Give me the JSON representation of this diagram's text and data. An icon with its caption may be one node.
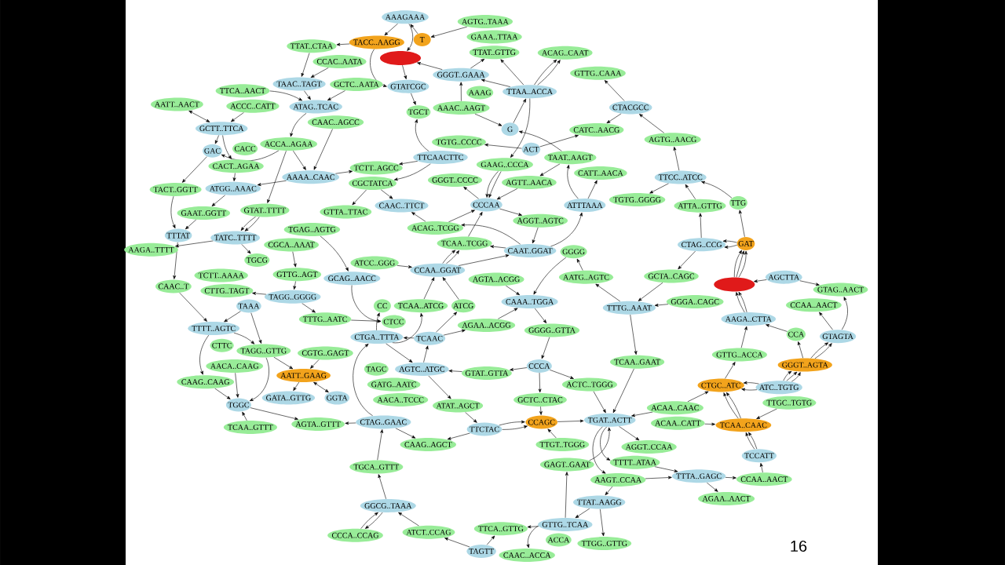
{
  "diagram": {
    "nodes": [
      {
        "text": [
          "AAAGAAA"
        ]
      },
      {
        "text": [
          "AGTG..TAAA"
        ]
      },
      {
        "text": [
          "T"
        ]
      },
      {
        "text": [
          "GAAA..TTAA"
        ]
      },
      {
        "text": [
          "TTAT..CTAA"
        ]
      },
      {
        "text": [
          "TACC..AAGG"
        ]
      },
      {
        "text": [],
        "shape": "ellipse"
      },
      {
        "text": [
          "ACAG..CAAT"
        ]
      },
      {
        "text": [
          "TTAT..GTTG"
        ]
      },
      {
        "text": [
          "GGGT..GAAA"
        ]
      },
      {
        "text": [
          "CCAC..AATA"
        ]
      },
      {
        "text": [
          "GTTG..CAAA"
        ]
      },
      {
        "text": [
          "TAAC..TAGT"
        ]
      },
      {
        "text": [
          "GTATCGC"
        ]
      },
      {
        "text": [
          "GCTC..AATA"
        ]
      },
      {
        "text": [
          "AAAG"
        ]
      },
      {
        "text": [
          "TTAA..ACCA"
        ]
      },
      {
        "text": [
          "TTCA..AACT"
        ]
      },
      {
        "text": [
          "ACCC..CATT"
        ]
      },
      {
        "text": [
          "ATAG..TCAC"
        ]
      },
      {
        "text": [
          "AATT..AACT"
        ]
      },
      {
        "text": [
          "AAAC..AAGT"
        ]
      },
      {
        "text": [
          "TGCT"
        ]
      },
      {
        "text": [
          "CTACGCC"
        ]
      },
      {
        "text": [
          "CAAC..AGCC"
        ]
      },
      {
        "text": [
          "GCTT..TTCA"
        ]
      },
      {
        "text": [
          "G"
        ]
      },
      {
        "text": [
          "CATC..AACG"
        ]
      },
      {
        "text": [
          "AGTG..AACG"
        ]
      },
      {
        "text": [
          "ACCA..AGAA"
        ]
      },
      {
        "text": [
          "GAC"
        ]
      },
      {
        "text": [
          "TGTG..CCCC"
        ]
      },
      {
        "text": [
          "TTCAACTTC"
        ]
      },
      {
        "text": [
          "TAAT..AAGT"
        ]
      },
      {
        "text": [
          "AAAA..CAAC"
        ]
      },
      {
        "text": [
          "GAAG..CCCA"
        ]
      },
      {
        "text": [
          "CACT..AGAA"
        ]
      },
      {
        "text": [
          "TCTT..AGCC"
        ]
      },
      {
        "text": [
          "GGGT..CCCC"
        ]
      },
      {
        "text": [
          "AGTT..AACA"
        ]
      },
      {
        "text": [
          "CATT..AACA"
        ]
      },
      {
        "text": [
          "TTCC..ATCC"
        ]
      },
      {
        "text": [
          "CGCTATCA"
        ]
      },
      {
        "text": [
          "TACT..GGTT"
        ]
      },
      {
        "text": [
          "ATGG..AAAC"
        ]
      },
      {
        "text": [
          "TGTG..GGGG"
        ]
      },
      {
        "text": [
          "CCCAA"
        ]
      },
      {
        "text": [
          "ATTTAAA"
        ]
      },
      {
        "text": [
          "ATTA..GTTG"
        ]
      },
      {
        "text": [
          "TTG"
        ]
      },
      {
        "text": [
          "CAAC..TTCT"
        ]
      },
      {
        "text": [
          "GTAT..TTTT"
        ]
      },
      {
        "text": [
          "GAAT..GGTT"
        ]
      },
      {
        "text": [
          "GTTA..TTAC"
        ]
      },
      {
        "text": [
          "AGGT..AGTC"
        ]
      },
      {
        "text": [
          "ACAG..TCGG"
        ]
      },
      {
        "text": [
          "TTTAT"
        ]
      },
      {
        "text": [
          "TGAG..AGTG"
        ]
      },
      {
        "text": [
          "TCAA..TCGG"
        ]
      },
      {
        "text": [
          "CTAG..CCG"
        ]
      },
      {
        "text": [
          "GAT"
        ]
      },
      {
        "text": [
          "CAAT..GGAT"
        ]
      },
      {
        "text": [
          "GGGG"
        ]
      },
      {
        "text": [
          "AAGA..TTTT"
        ]
      },
      {
        "text": [
          "TATC..TTTT"
        ]
      },
      {
        "text": [
          "CGCA..AAAT"
        ]
      },
      {
        "text": [
          "ATCC..GGG"
        ]
      },
      {
        "text": [
          "TGCG"
        ]
      },
      {
        "text": [
          "CCAA..GGAT"
        ]
      },
      {
        "text": [
          "GTTG..AGT"
        ]
      },
      {
        "text": [
          "GCTA..CAGC"
        ]
      },
      {
        "text": [
          "GCAG..AACC"
        ]
      },
      {
        "text": [
          "AATG..AGTC"
        ]
      },
      {
        "text": [],
        "shape": "ellipse"
      },
      {
        "text": [
          "AGCTTA"
        ]
      },
      {
        "text": [
          "AGTA..ACGG"
        ]
      },
      {
        "text": [
          "CAAC..T"
        ]
      },
      {
        "text": [
          "TCTT..AAAA"
        ]
      },
      {
        "text": [
          "TAGG..GGGG"
        ]
      },
      {
        "text": [
          "GTAG..AACT"
        ]
      },
      {
        "text": [
          "CAAA..TGGA"
        ]
      },
      {
        "text": [
          "GGGA..CAGC"
        ]
      },
      {
        "text": [
          "CCAA..AACT"
        ]
      },
      {
        "text": [
          "CC"
        ]
      },
      {
        "text": [
          "TCAA..ATCG"
        ]
      },
      {
        "text": [
          "ATCG"
        ]
      },
      {
        "text": [
          "CTTG..TAGT"
        ]
      },
      {
        "text": [
          "TTTG..AAAT"
        ]
      },
      {
        "text": [
          "TAAA"
        ]
      },
      {
        "text": [
          "TTTG..AATC"
        ]
      },
      {
        "text": [
          "AAGA..CTTA"
        ]
      },
      {
        "text": [
          "AGAA..ACGG"
        ]
      },
      {
        "text": [
          "GGGG..GTTA"
        ]
      },
      {
        "text": [
          "TTTT..AGTC"
        ]
      },
      {
        "text": [
          "CTCC"
        ]
      },
      {
        "text": [
          "CTGA..TTTA"
        ]
      },
      {
        "text": [
          "TCAAC"
        ]
      },
      {
        "text": [
          "CCA"
        ]
      },
      {
        "text": [
          "GTAGTA"
        ]
      },
      {
        "text": [
          "CTTC"
        ]
      },
      {
        "text": [
          "TAGG..GTTG"
        ]
      },
      {
        "text": [
          "CGTG..GAGT"
        ]
      },
      {
        "text": [
          "GTTG..ACCA"
        ]
      },
      {
        "text": [
          "AACA..CAAG"
        ]
      },
      {
        "text": [
          "AATT..GAAG"
        ]
      },
      {
        "text": [
          "CAAG..CAAG"
        ]
      },
      {
        "text": [
          "TAGC"
        ]
      },
      {
        "text": [
          "AGTC..ATGC"
        ]
      },
      {
        "text": [
          "GTAT..GTTA"
        ]
      },
      {
        "text": [
          "CCCA"
        ]
      },
      {
        "text": [
          "GGGT..AGTA"
        ]
      },
      {
        "text": [
          "GATA..GTTG"
        ]
      },
      {
        "text": [
          "GGTA"
        ]
      },
      {
        "text": [
          "GATG..AATC"
        ]
      },
      {
        "text": [
          "ACTC..TGGG"
        ]
      },
      {
        "text": [
          "CTGC..ATC"
        ]
      },
      {
        "text": [
          "ATC..TGTG"
        ]
      },
      {
        "text": [
          "TGGC"
        ]
      },
      {
        "text": [
          "AACA..TCCC"
        ]
      },
      {
        "text": [
          "GCTC..CTAC"
        ]
      },
      {
        "text": [
          "ATAT..AGCT"
        ]
      },
      {
        "text": [
          "TTGC..TGTG"
        ]
      },
      {
        "text": [
          "ACAA..CAAC"
        ]
      },
      {
        "text": [
          "TCAA..GTTT"
        ]
      },
      {
        "text": [
          "ACAA..CATT"
        ]
      },
      {
        "text": [
          "TCAA..CAAC"
        ]
      },
      {
        "text": [
          "TGAT..ACTT"
        ]
      },
      {
        "text": [
          "AGTA..GTTT"
        ]
      },
      {
        "text": [
          "CTAG..GAAC"
        ]
      },
      {
        "text": [
          "TTCTAC"
        ]
      },
      {
        "text": [
          "CCAGC"
        ]
      },
      {
        "text": [
          "CAAG..AGCT"
        ]
      },
      {
        "text": [
          "TTGT..TGGG"
        ]
      },
      {
        "text": [
          "AGGT..CCAA"
        ]
      },
      {
        "text": [
          "TCCATT"
        ]
      },
      {
        "text": [
          "TTTT..ATAA"
        ]
      },
      {
        "text": [
          "TGCA..GTTT"
        ]
      },
      {
        "text": [
          "GAGT..GAAT"
        ]
      },
      {
        "text": [
          "AAGT..CCAA"
        ]
      },
      {
        "text": [
          "CCAA..AACT"
        ]
      },
      {
        "text": [
          "TTTA..GAGC"
        ]
      },
      {
        "text": [
          "AGAA..AACT"
        ]
      },
      {
        "text": [
          "GGCG..TAAA"
        ]
      },
      {
        "text": [
          "TTAT..AAGG"
        ]
      },
      {
        "text": [
          "GTTG..TCAA"
        ]
      },
      {
        "text": [
          "ATCT..CCAG"
        ]
      },
      {
        "text": [
          "CCCA..CCAG"
        ]
      },
      {
        "text": [
          "TTCA..GTTG"
        ]
      },
      {
        "text": [
          "ACCA"
        ]
      },
      {
        "text": [
          "TTGG..GTTG"
        ]
      },
      {
        "text": [
          "TAGTT"
        ]
      },
      {
        "text": [
          "CAAC..ACCA"
        ]
      },
      {
        "text": [
          "TCAA..GAAT"
        ]
      },
      {
        "text": [
          "ACT"
        ]
      },
      {
        "text": [
          "CACC"
        ]
      }
    ],
    "edges": [
      {
        "from": 5,
        "to": 4,
        "arrow": "to"
      },
      {
        "from": 4,
        "to": 12,
        "arrow": "to"
      },
      {
        "from": 10,
        "to": 12,
        "arrow": "to"
      },
      {
        "from": 5,
        "to": 13,
        "arrow": "to"
      },
      {
        "from": 6,
        "to": 13,
        "arrow": "to"
      },
      {
        "from": 12,
        "to": 19,
        "arrow": "to"
      },
      {
        "from": 14,
        "to": 19,
        "arrow": "to"
      },
      {
        "from": 17,
        "to": 19,
        "arrow": "to"
      },
      {
        "from": 20,
        "to": 25,
        "arrow": "both"
      },
      {
        "from": 18,
        "to": 25,
        "arrow": "to"
      },
      {
        "from": 25,
        "to": 30,
        "arrow": "to"
      },
      {
        "from": 25,
        "to": 36,
        "arrow": "to"
      },
      {
        "from": 30,
        "to": 43,
        "arrow": "to"
      },
      {
        "from": 29,
        "to": 30,
        "arrow": "to"
      },
      {
        "from": 19,
        "to": 29,
        "arrow": "to"
      },
      {
        "from": 24,
        "to": 34,
        "arrow": "to"
      },
      {
        "from": 29,
        "to": 34,
        "arrow": "to"
      },
      {
        "from": 34,
        "to": 37,
        "arrow": "to"
      },
      {
        "from": 34,
        "to": 44,
        "arrow": "to"
      },
      {
        "from": 29,
        "to": 51,
        "arrow": "to"
      },
      {
        "from": 36,
        "to": 44,
        "arrow": "to"
      },
      {
        "from": 44,
        "to": 52,
        "arrow": "to"
      },
      {
        "from": 52,
        "to": 56,
        "arrow": "to"
      },
      {
        "from": 43,
        "to": 56,
        "arrow": "to"
      },
      {
        "from": 56,
        "to": 76,
        "arrow": "to"
      },
      {
        "from": 64,
        "to": 63,
        "arrow": "to"
      },
      {
        "from": 51,
        "to": 64,
        "arrow": "to"
      },
      {
        "from": 51,
        "to": 64,
        "arrow": "to"
      },
      {
        "from": 42,
        "to": 53,
        "arrow": "to"
      },
      {
        "from": 57,
        "to": 71,
        "arrow": "to"
      },
      {
        "from": 65,
        "to": 69,
        "arrow": "to"
      },
      {
        "from": 64,
        "to": 67,
        "arrow": "to"
      },
      {
        "from": 32,
        "to": 37,
        "arrow": "to"
      },
      {
        "from": 42,
        "to": 50,
        "arrow": "to"
      },
      {
        "from": 0,
        "to": 5,
        "arrow": "to"
      },
      {
        "from": 0,
        "to": 6,
        "arrow": "to"
      },
      {
        "from": 2,
        "to": 0,
        "arrow": "to"
      },
      {
        "from": 1,
        "to": 2,
        "arrow": "to"
      },
      {
        "from": 9,
        "to": 6,
        "arrow": "to"
      },
      {
        "from": 9,
        "to": 8,
        "arrow": "to"
      },
      {
        "from": 13,
        "to": 22,
        "arrow": "to"
      },
      {
        "from": 21,
        "to": 9,
        "arrow": "to"
      },
      {
        "from": 16,
        "to": 9,
        "arrow": "to"
      },
      {
        "from": 16,
        "to": 8,
        "arrow": "to"
      },
      {
        "from": 16,
        "to": 7,
        "arrow": "to"
      },
      {
        "from": 16,
        "to": 7,
        "arrow": "to"
      },
      {
        "from": 26,
        "to": 16,
        "arrow": "to"
      },
      {
        "from": 16,
        "to": 35,
        "arrow": "to"
      },
      {
        "from": 21,
        "to": 26,
        "arrow": "to"
      },
      {
        "from": 32,
        "to": 22,
        "arrow": "to"
      },
      {
        "from": 33,
        "to": 26,
        "arrow": "to"
      },
      {
        "from": 47,
        "to": 33,
        "arrow": "to"
      },
      {
        "from": 47,
        "to": 40,
        "arrow": "to"
      },
      {
        "from": 33,
        "to": 39,
        "arrow": "to"
      },
      {
        "from": 35,
        "to": 46,
        "arrow": "to"
      },
      {
        "from": 35,
        "to": 46,
        "arrow": "to"
      },
      {
        "from": 46,
        "to": 38,
        "arrow": "to"
      },
      {
        "from": 39,
        "to": 46,
        "arrow": "to"
      },
      {
        "from": 46,
        "to": 54,
        "arrow": "to"
      },
      {
        "from": 58,
        "to": 46,
        "arrow": "to"
      },
      {
        "from": 55,
        "to": 46,
        "arrow": "to"
      },
      {
        "from": 61,
        "to": 55,
        "arrow": "to"
      },
      {
        "from": 61,
        "to": 58,
        "arrow": "to"
      },
      {
        "from": 54,
        "to": 61,
        "arrow": "to"
      },
      {
        "from": 55,
        "to": 50,
        "arrow": "to"
      },
      {
        "from": 32,
        "to": 42,
        "arrow": "to"
      },
      {
        "from": 68,
        "to": 58,
        "arrow": "to"
      },
      {
        "from": 68,
        "to": 58,
        "arrow": "to"
      },
      {
        "from": 68,
        "to": 61,
        "arrow": "to"
      },
      {
        "from": 66,
        "to": 68,
        "arrow": "to"
      },
      {
        "from": 61,
        "to": 47,
        "arrow": "to"
      },
      {
        "from": 72,
        "to": 62,
        "arrow": "to"
      },
      {
        "from": 62,
        "to": 80,
        "arrow": "to"
      },
      {
        "from": 23,
        "to": 11,
        "arrow": "to"
      },
      {
        "from": 23,
        "to": 27,
        "arrow": "to"
      },
      {
        "from": 28,
        "to": 23,
        "arrow": "to"
      },
      {
        "from": 41,
        "to": 28,
        "arrow": "to"
      },
      {
        "from": 41,
        "to": 45,
        "arrow": "to"
      },
      {
        "from": 48,
        "to": 41,
        "arrow": "to"
      },
      {
        "from": 49,
        "to": 41,
        "arrow": "to"
      },
      {
        "from": 59,
        "to": 48,
        "arrow": "to"
      },
      {
        "from": 60,
        "to": 49,
        "arrow": "to"
      },
      {
        "from": 60,
        "to": 59,
        "arrow": "to"
      },
      {
        "from": 60,
        "to": 59,
        "arrow": "to"
      },
      {
        "from": 59,
        "to": 70,
        "arrow": "to"
      },
      {
        "from": 73,
        "to": 60,
        "arrow": "to"
      },
      {
        "from": 73,
        "to": 60,
        "arrow": "to"
      },
      {
        "from": 73,
        "to": 60,
        "arrow": "to"
      },
      {
        "from": 74,
        "to": 73,
        "arrow": "to"
      },
      {
        "from": 74,
        "to": 79,
        "arrow": "to"
      },
      {
        "from": 98,
        "to": 79,
        "arrow": "to"
      },
      {
        "from": 98,
        "to": 82,
        "arrow": "to"
      },
      {
        "from": 90,
        "to": 73,
        "arrow": "to"
      },
      {
        "from": 90,
        "to": 73,
        "arrow": "to"
      },
      {
        "from": 97,
        "to": 90,
        "arrow": "to"
      },
      {
        "from": 110,
        "to": 97,
        "arrow": "to"
      },
      {
        "from": 110,
        "to": 98,
        "arrow": "to"
      },
      {
        "from": 110,
        "to": 98,
        "arrow": "to"
      },
      {
        "from": 116,
        "to": 110,
        "arrow": "to"
      },
      {
        "from": 116,
        "to": 110,
        "arrow": "to"
      },
      {
        "from": 116,
        "to": 110,
        "arrow": "to"
      },
      {
        "from": 116,
        "to": 115,
        "arrow": "to"
      },
      {
        "from": 116,
        "to": 115,
        "arrow": "to"
      },
      {
        "from": 115,
        "to": 102,
        "arrow": "to"
      },
      {
        "from": 102,
        "to": 90,
        "arrow": "to"
      },
      {
        "from": 125,
        "to": 115,
        "arrow": "to"
      },
      {
        "from": 125,
        "to": 115,
        "arrow": "to"
      },
      {
        "from": 121,
        "to": 125,
        "arrow": "to"
      },
      {
        "from": 124,
        "to": 125,
        "arrow": "to"
      },
      {
        "from": 122,
        "to": 115,
        "arrow": "to"
      },
      {
        "from": 122,
        "to": 126,
        "arrow": "to"
      },
      {
        "from": 134,
        "to": 125,
        "arrow": "to"
      },
      {
        "from": 134,
        "to": 125,
        "arrow": "to"
      },
      {
        "from": 139,
        "to": 134,
        "arrow": "to"
      },
      {
        "from": 140,
        "to": 139,
        "arrow": "to"
      },
      {
        "from": 140,
        "to": 141,
        "arrow": "to"
      },
      {
        "from": 135,
        "to": 140,
        "arrow": "to"
      },
      {
        "from": 138,
        "to": 140,
        "arrow": "to"
      },
      {
        "from": 81,
        "to": 87,
        "arrow": "to"
      },
      {
        "from": 70,
        "to": 87,
        "arrow": "to"
      },
      {
        "from": 87,
        "to": 72,
        "arrow": "to"
      },
      {
        "from": 87,
        "to": 152,
        "arrow": "to"
      },
      {
        "from": 152,
        "to": 126,
        "arrow": "to"
      },
      {
        "from": 114,
        "to": 126,
        "arrow": "to"
      },
      {
        "from": 109,
        "to": 114,
        "arrow": "to"
      },
      {
        "from": 109,
        "to": 119,
        "arrow": "to"
      },
      {
        "from": 119,
        "to": 130,
        "arrow": "to"
      },
      {
        "from": 92,
        "to": 109,
        "arrow": "to"
      },
      {
        "from": 80,
        "to": 92,
        "arrow": "to"
      },
      {
        "from": 75,
        "to": 80,
        "arrow": "to"
      },
      {
        "from": 91,
        "to": 80,
        "arrow": "to"
      },
      {
        "from": 96,
        "to": 91,
        "arrow": "to"
      },
      {
        "from": 96,
        "to": 85,
        "arrow": "to"
      },
      {
        "from": 84,
        "to": 68,
        "arrow": "to"
      },
      {
        "from": 85,
        "to": 68,
        "arrow": "to"
      },
      {
        "from": 95,
        "to": 83,
        "arrow": "to"
      },
      {
        "from": 95,
        "to": 84,
        "arrow": "to"
      },
      {
        "from": 96,
        "to": 95,
        "arrow": "to"
      },
      {
        "from": 95,
        "to": 107,
        "arrow": "to"
      },
      {
        "from": 107,
        "to": 96,
        "arrow": "to"
      },
      {
        "from": 108,
        "to": 107,
        "arrow": "to"
      },
      {
        "from": 109,
        "to": 108,
        "arrow": "to"
      },
      {
        "from": 107,
        "to": 120,
        "arrow": "to"
      },
      {
        "from": 120,
        "to": 129,
        "arrow": "to"
      },
      {
        "from": 129,
        "to": 131,
        "arrow": "to"
      },
      {
        "from": 129,
        "to": 130,
        "arrow": "to"
      },
      {
        "from": 129,
        "to": 130,
        "arrow": "to"
      },
      {
        "from": 130,
        "to": 126,
        "arrow": "to"
      },
      {
        "from": 132,
        "to": 130,
        "arrow": "to"
      },
      {
        "from": 126,
        "to": 135,
        "arrow": "to"
      },
      {
        "from": 126,
        "to": 133,
        "arrow": "to"
      },
      {
        "from": 126,
        "to": 138,
        "arrow": "to"
      },
      {
        "from": 137,
        "to": 126,
        "arrow": "to"
      },
      {
        "from": 144,
        "to": 137,
        "arrow": "to"
      },
      {
        "from": 143,
        "to": 149,
        "arrow": "to"
      },
      {
        "from": 138,
        "to": 143,
        "arrow": "to"
      },
      {
        "from": 143,
        "to": 144,
        "arrow": "to"
      },
      {
        "from": 144,
        "to": 147,
        "arrow": "to"
      },
      {
        "from": 144,
        "to": 151,
        "arrow": "to"
      },
      {
        "from": 150,
        "to": 147,
        "arrow": "to"
      },
      {
        "from": 150,
        "to": 145,
        "arrow": "to"
      },
      {
        "from": 145,
        "to": 142,
        "arrow": "to"
      },
      {
        "from": 142,
        "to": 136,
        "arrow": "to"
      },
      {
        "from": 146,
        "to": 142,
        "arrow": "to"
      },
      {
        "from": 142,
        "to": 146,
        "arrow": "to"
      },
      {
        "from": 136,
        "to": 128,
        "arrow": "to"
      },
      {
        "from": 128,
        "to": 127,
        "arrow": "to"
      },
      {
        "from": 128,
        "to": 95,
        "arrow": "to"
      },
      {
        "from": 128,
        "to": 131,
        "arrow": "to"
      },
      {
        "from": 117,
        "to": 127,
        "arrow": "to"
      },
      {
        "from": 123,
        "to": 117,
        "arrow": "to"
      },
      {
        "from": 105,
        "to": 117,
        "arrow": "to"
      },
      {
        "from": 100,
        "to": 117,
        "arrow": "to"
      },
      {
        "from": 103,
        "to": 117,
        "arrow": "to"
      },
      {
        "from": 104,
        "to": 111,
        "arrow": "to"
      },
      {
        "from": 104,
        "to": 112,
        "arrow": "both"
      },
      {
        "from": 101,
        "to": 104,
        "arrow": "to"
      },
      {
        "from": 100,
        "to": 104,
        "arrow": "to"
      },
      {
        "from": 93,
        "to": 100,
        "arrow": "to"
      },
      {
        "from": 88,
        "to": 100,
        "arrow": "to"
      },
      {
        "from": 93,
        "to": 105,
        "arrow": "to"
      },
      {
        "from": 88,
        "to": 93,
        "arrow": "to"
      },
      {
        "from": 76,
        "to": 93,
        "arrow": "to"
      },
      {
        "from": 78,
        "to": 89,
        "arrow": "to"
      },
      {
        "from": 78,
        "to": 86,
        "arrow": "to"
      },
      {
        "from": 71,
        "to": 94,
        "arrow": "to"
      },
      {
        "from": 89,
        "to": 94,
        "arrow": "to"
      },
      {
        "from": 69,
        "to": 78,
        "arrow": "to"
      },
      {
        "from": 153,
        "to": 31,
        "arrow": "to"
      },
      {
        "from": 153,
        "to": 27,
        "arrow": "to"
      }
    ],
    "labels": [
      "16"
    ]
  }
}
